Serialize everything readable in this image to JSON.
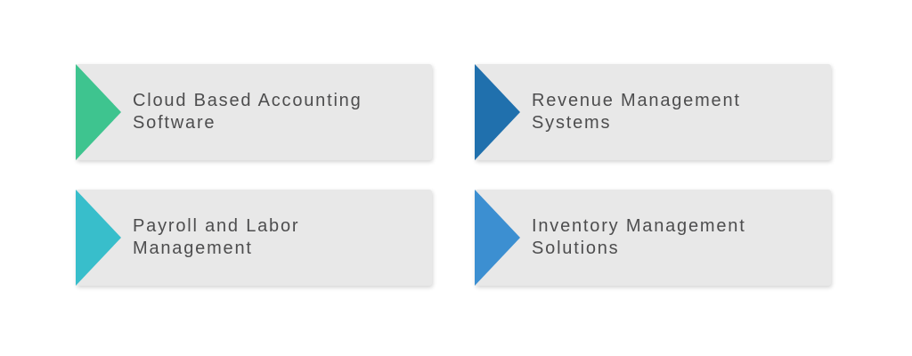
{
  "styles": {
    "page_bg": "#ffffff",
    "card_bg": "#e8e8e8",
    "text_color": "#4d4d4e"
  },
  "cards": [
    {
      "line1": "Cloud Based Accounting",
      "line2": "Software",
      "arrow_color": "#3ec48f"
    },
    {
      "line1": "Revenue Management",
      "line2": "Systems",
      "arrow_color": "#2070ad"
    },
    {
      "line1": "Payroll and Labor",
      "line2": "Management",
      "arrow_color": "#38becb"
    },
    {
      "line1": "Inventory Management",
      "line2": "Solutions",
      "arrow_color": "#3c8fd1"
    }
  ]
}
